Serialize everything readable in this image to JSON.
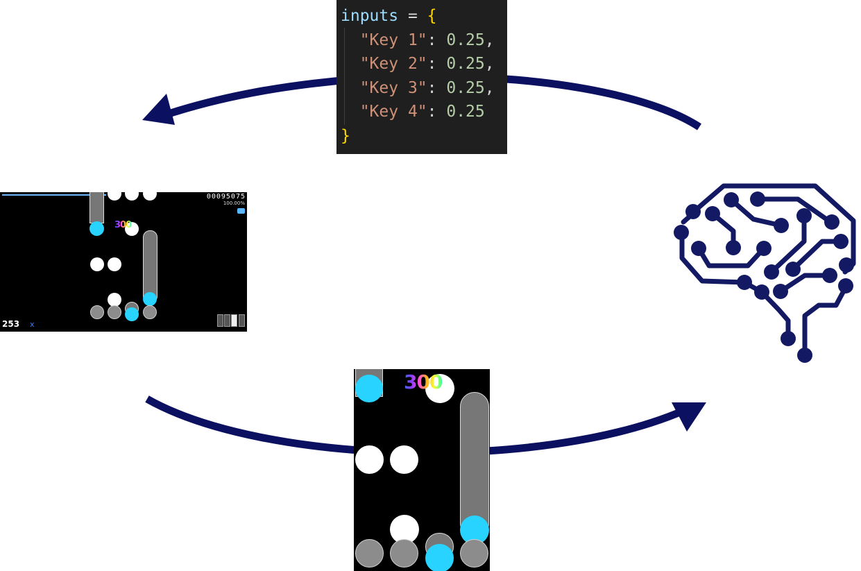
{
  "code": {
    "variable": "inputs",
    "operator": "=",
    "open_brace": "{",
    "close_brace": "}",
    "entries": [
      {
        "key": "\"Key 1\"",
        "value": "0.25",
        "trail": ","
      },
      {
        "key": "\"Key 2\"",
        "value": "0.25",
        "trail": ","
      },
      {
        "key": "\"Key 3\"",
        "value": "0.25",
        "trail": ","
      },
      {
        "key": "\"Key 4\"",
        "value": "0.25",
        "trail": ""
      }
    ]
  },
  "game_small": {
    "score": "00095075",
    "accuracy": "100.00%",
    "combo": "253",
    "combo_suffix": "x",
    "judgement": "300"
  },
  "game_large": {
    "judgement": "300"
  },
  "colors": {
    "arrow": "#0b1160",
    "brain": "#131a63",
    "note_cyan": "#29d3ff"
  },
  "icons": {
    "brain": "brain-circuit-icon"
  }
}
